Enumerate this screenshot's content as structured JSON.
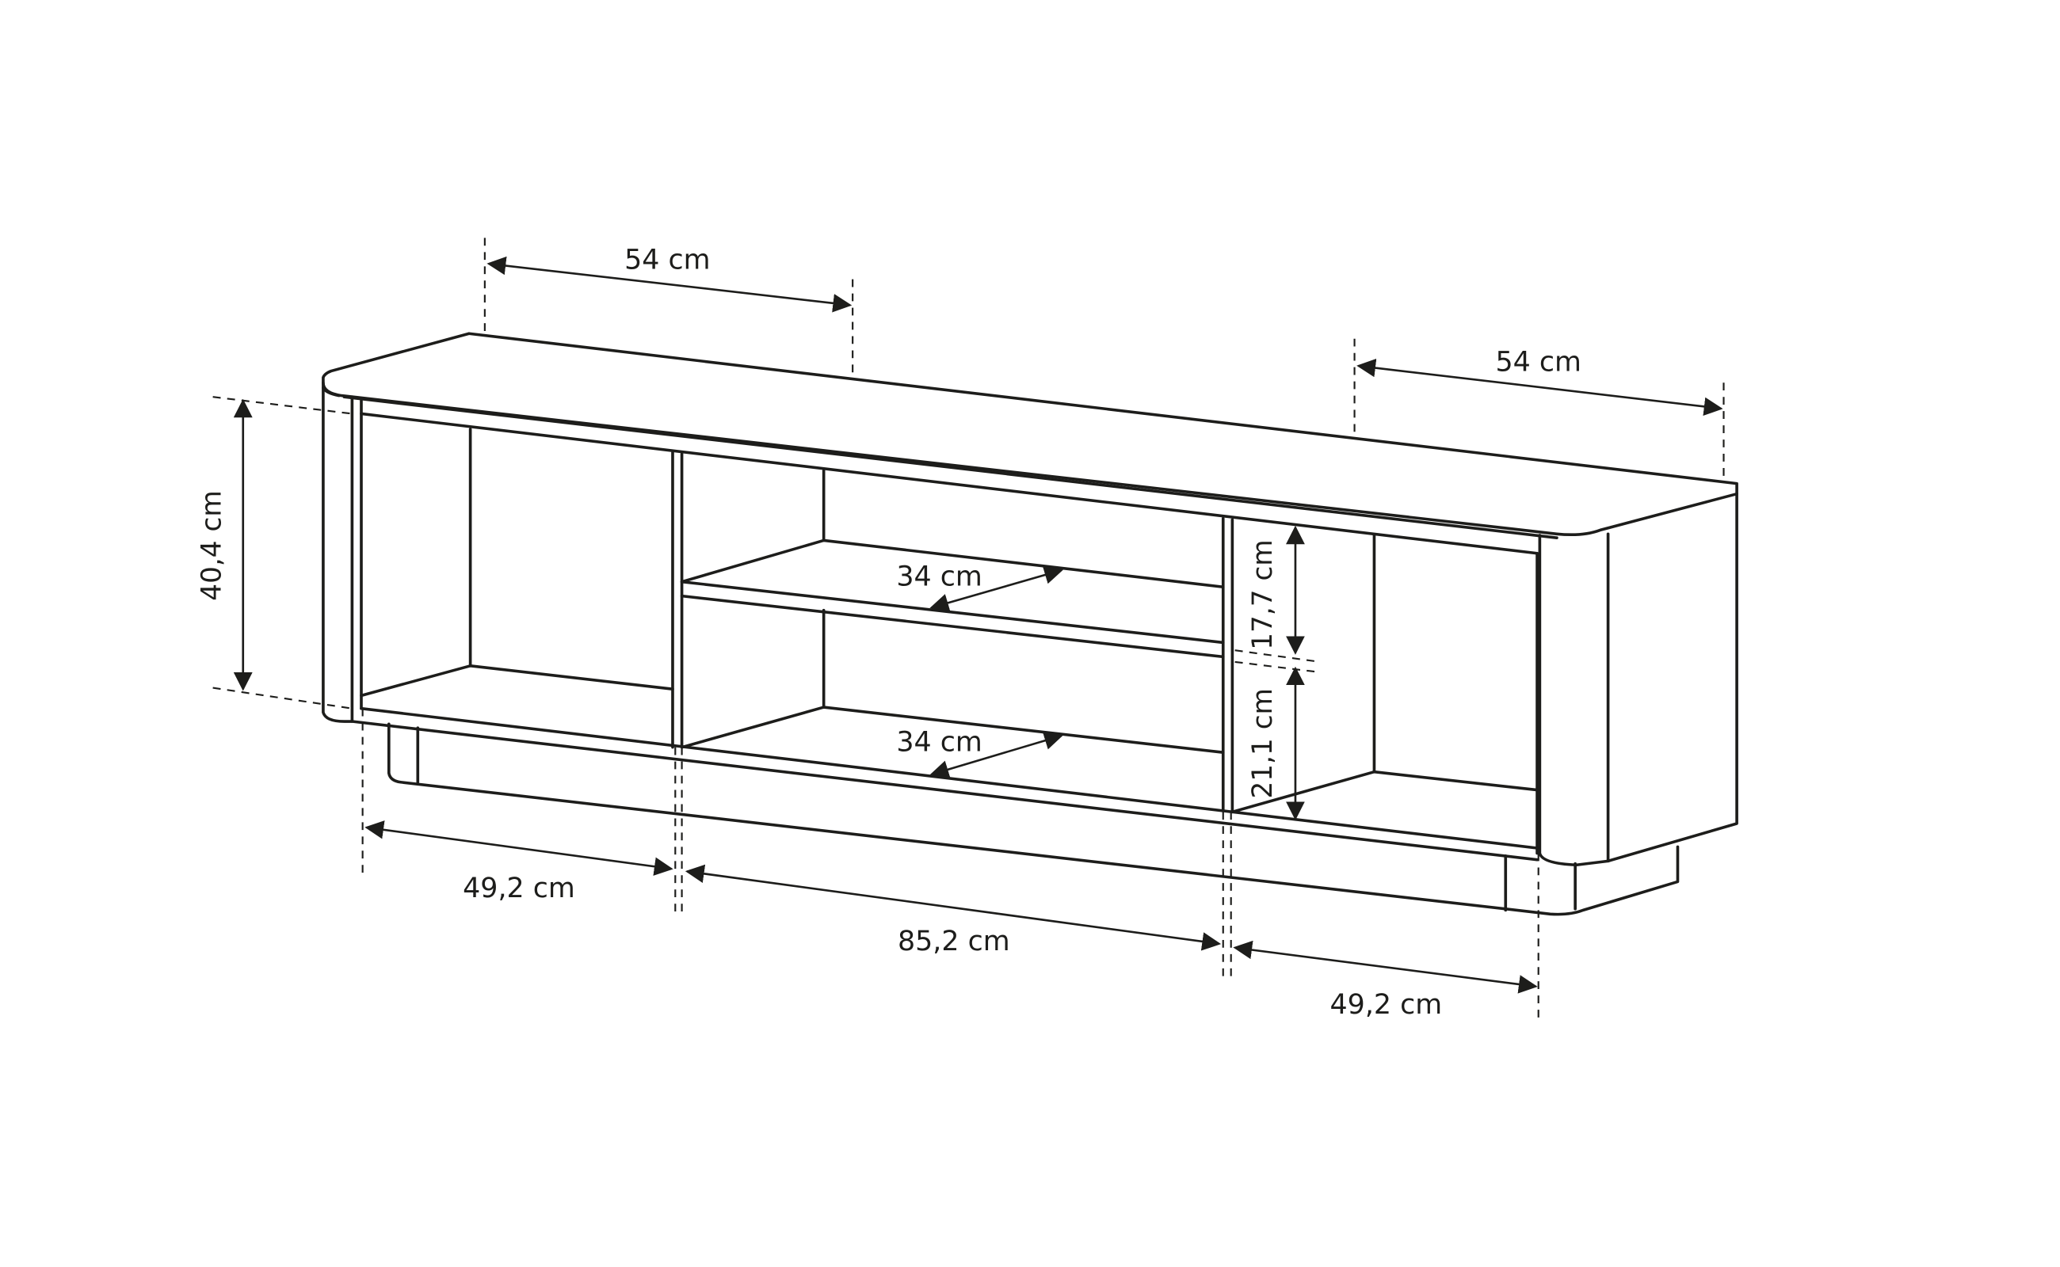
{
  "diagram": {
    "subject": "TV cabinet / low sideboard with three open compartments",
    "colors": {
      "line": "#1d1d1b",
      "background": "#ffffff"
    },
    "dimensions": {
      "top_left_depth": "54 cm",
      "top_right_depth": "54 cm",
      "height": "40,4 cm",
      "left_width": "49,2 cm",
      "center_width": "85,2 cm",
      "right_width": "49,2 cm",
      "upper_shelf_depth": "34 cm",
      "lower_shelf_depth": "34 cm",
      "upper_opening_height": "17,7 cm",
      "lower_opening_height": "21,1 cm"
    }
  }
}
